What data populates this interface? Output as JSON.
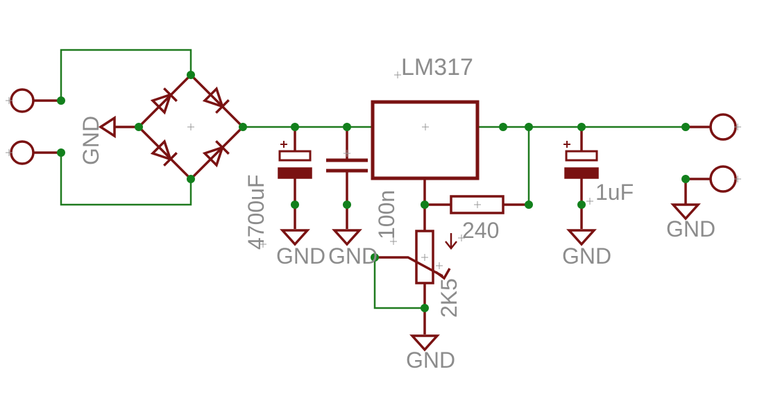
{
  "colors": {
    "wire": "#1f7a1f",
    "component": "#7a1212",
    "junction": "#12801c",
    "label": "#8c8c8c",
    "background": "#ffffff"
  },
  "labels": {
    "regulator": "LM317",
    "c1": "4700uF",
    "c2": "100n",
    "pot": "2K5",
    "r1": "240",
    "c3": "1uF",
    "gnd": "GND"
  }
}
